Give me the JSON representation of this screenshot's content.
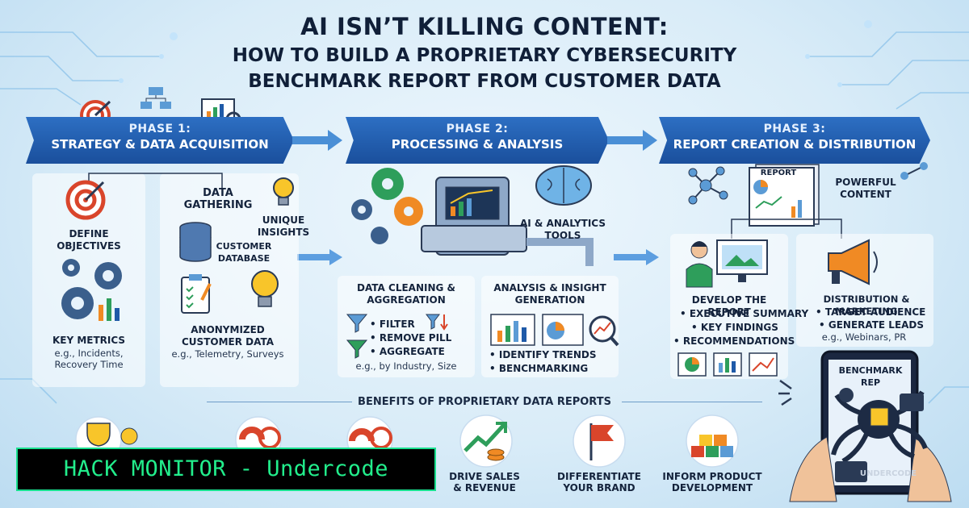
{
  "title": {
    "line1": "AI ISN’T KILLING CONTENT:",
    "line2": "HOW TO BUILD A PROPRIETARY CYBERSECURITY",
    "line3": "BENCHMARK REPORT FROM CUSTOMER DATA"
  },
  "phases": [
    {
      "label": "PHASE 1:",
      "name": "STRATEGY & DATA ACQUISITION"
    },
    {
      "label": "PHASE 2:",
      "name": "PROCESSING & ANALYSIS"
    },
    {
      "label": "PHASE 3:",
      "name": "REPORT CREATION & DISTRIBUTION"
    }
  ],
  "phase1": {
    "define_objectives": "DEFINE OBJECTIVES",
    "key_metrics": "KEY METRICS",
    "key_metrics_eg": "e.g., Incidents, Recovery Time",
    "data_gathering": "DATA GATHERING",
    "unique_insights": "UNIQUE INSIGHTS",
    "customer_database": "CUSTOMER DATABASE",
    "anonymized": "ANONYMIZED CUSTOMER DATA",
    "anonymized_eg": "e.g., Telemetry, Surveys"
  },
  "phase2": {
    "tools": "AI & ANALYTICS TOOLS",
    "cleaning_title": "DATA CLEANING & AGGREGATION",
    "cleaning_items": [
      "• FILTER",
      "• REMOVE PILL",
      "• AGGREGATE"
    ],
    "cleaning_eg": "e.g., by Industry, Size",
    "analysis_title": "ANALYSIS & INSIGHT GENERATION",
    "analysis_items": [
      "• IDENTIFY TRENDS",
      "• BENCHMARKING"
    ]
  },
  "phase3": {
    "report_label": "REPORT",
    "powerful_content": "POWERFUL CONTENT",
    "develop_title": "DEVELOP THE REPORT",
    "develop_items": [
      "• EXECUTIVE SUMMARY",
      "• KEY FINDINGS",
      "• RECOMMENDATIONS"
    ],
    "distribution_title": "DISTRIBUTION & MARKETING",
    "distribution_items": [
      "• TARGET AUDIENCE",
      "• GENERATE LEADS"
    ],
    "distribution_eg": "e.g., Webinars, PR",
    "tablet_label": "BENCHMARK REP"
  },
  "benefits": {
    "title": "BENEFITS OF PROPRIETARY DATA REPORTS",
    "items": [
      {
        "l1": "DRIVE SALES",
        "l2": "& REVENUE"
      },
      {
        "l1": "DIFFERENTIATE",
        "l2": "YOUR BRAND"
      },
      {
        "l1": "INFORM PRODUCT",
        "l2": "DEVELOPMENT"
      }
    ]
  },
  "watermark": "HACK MONITOR - Undercode",
  "brand_logo_text": "UNDERCODE",
  "colors": {
    "banner": "#1f5aa8",
    "accent_orange": "#f08a24",
    "accent_green": "#2e9e5b",
    "watermark_green": "#22ee8c"
  }
}
